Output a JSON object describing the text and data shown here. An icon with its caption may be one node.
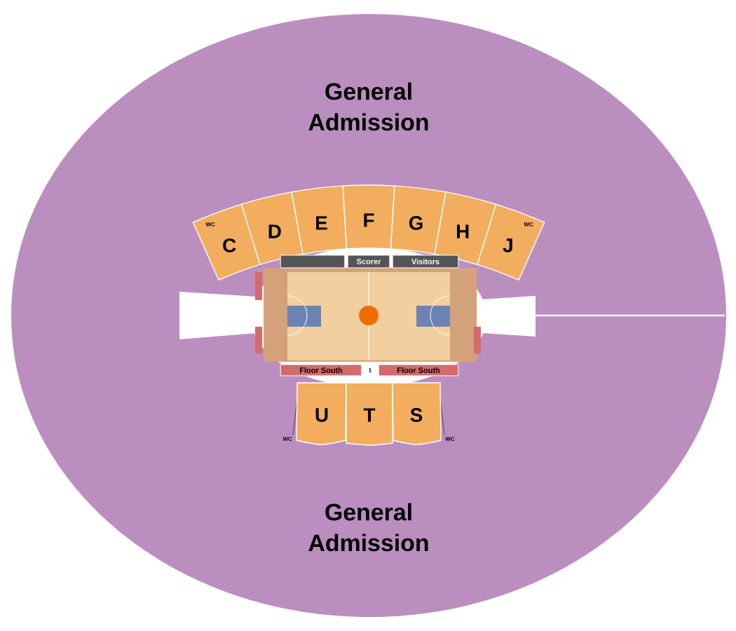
{
  "diagram": {
    "nodes": [
      {
        "text": [
          "General Admission"
        ]
      },
      {
        "text": [
          "C"
        ]
      },
      {
        "text": [
          "D"
        ]
      },
      {
        "text": [
          "E"
        ]
      },
      {
        "text": [
          "F"
        ]
      },
      {
        "text": [
          "G"
        ]
      },
      {
        "text": [
          "H"
        ]
      },
      {
        "text": [
          "J"
        ]
      },
      {
        "text": [],
        "shape": "box"
      },
      {
        "text": [
          "Scorer"
        ]
      },
      {
        "text": [
          "Visitors"
        ]
      },
      {
        "text": [
          "Floor South"
        ]
      },
      {
        "text": [
          "Floor South"
        ]
      },
      {
        "text": [
          "U"
        ]
      },
      {
        "text": [
          "T"
        ]
      },
      {
        "text": [
          "S"
        ]
      },
      {
        "text": [
          "General Admission"
        ]
      }
    ],
    "labels": [
      "WC",
      "WC",
      "1",
      "WC",
      "WC"
    ]
  }
}
